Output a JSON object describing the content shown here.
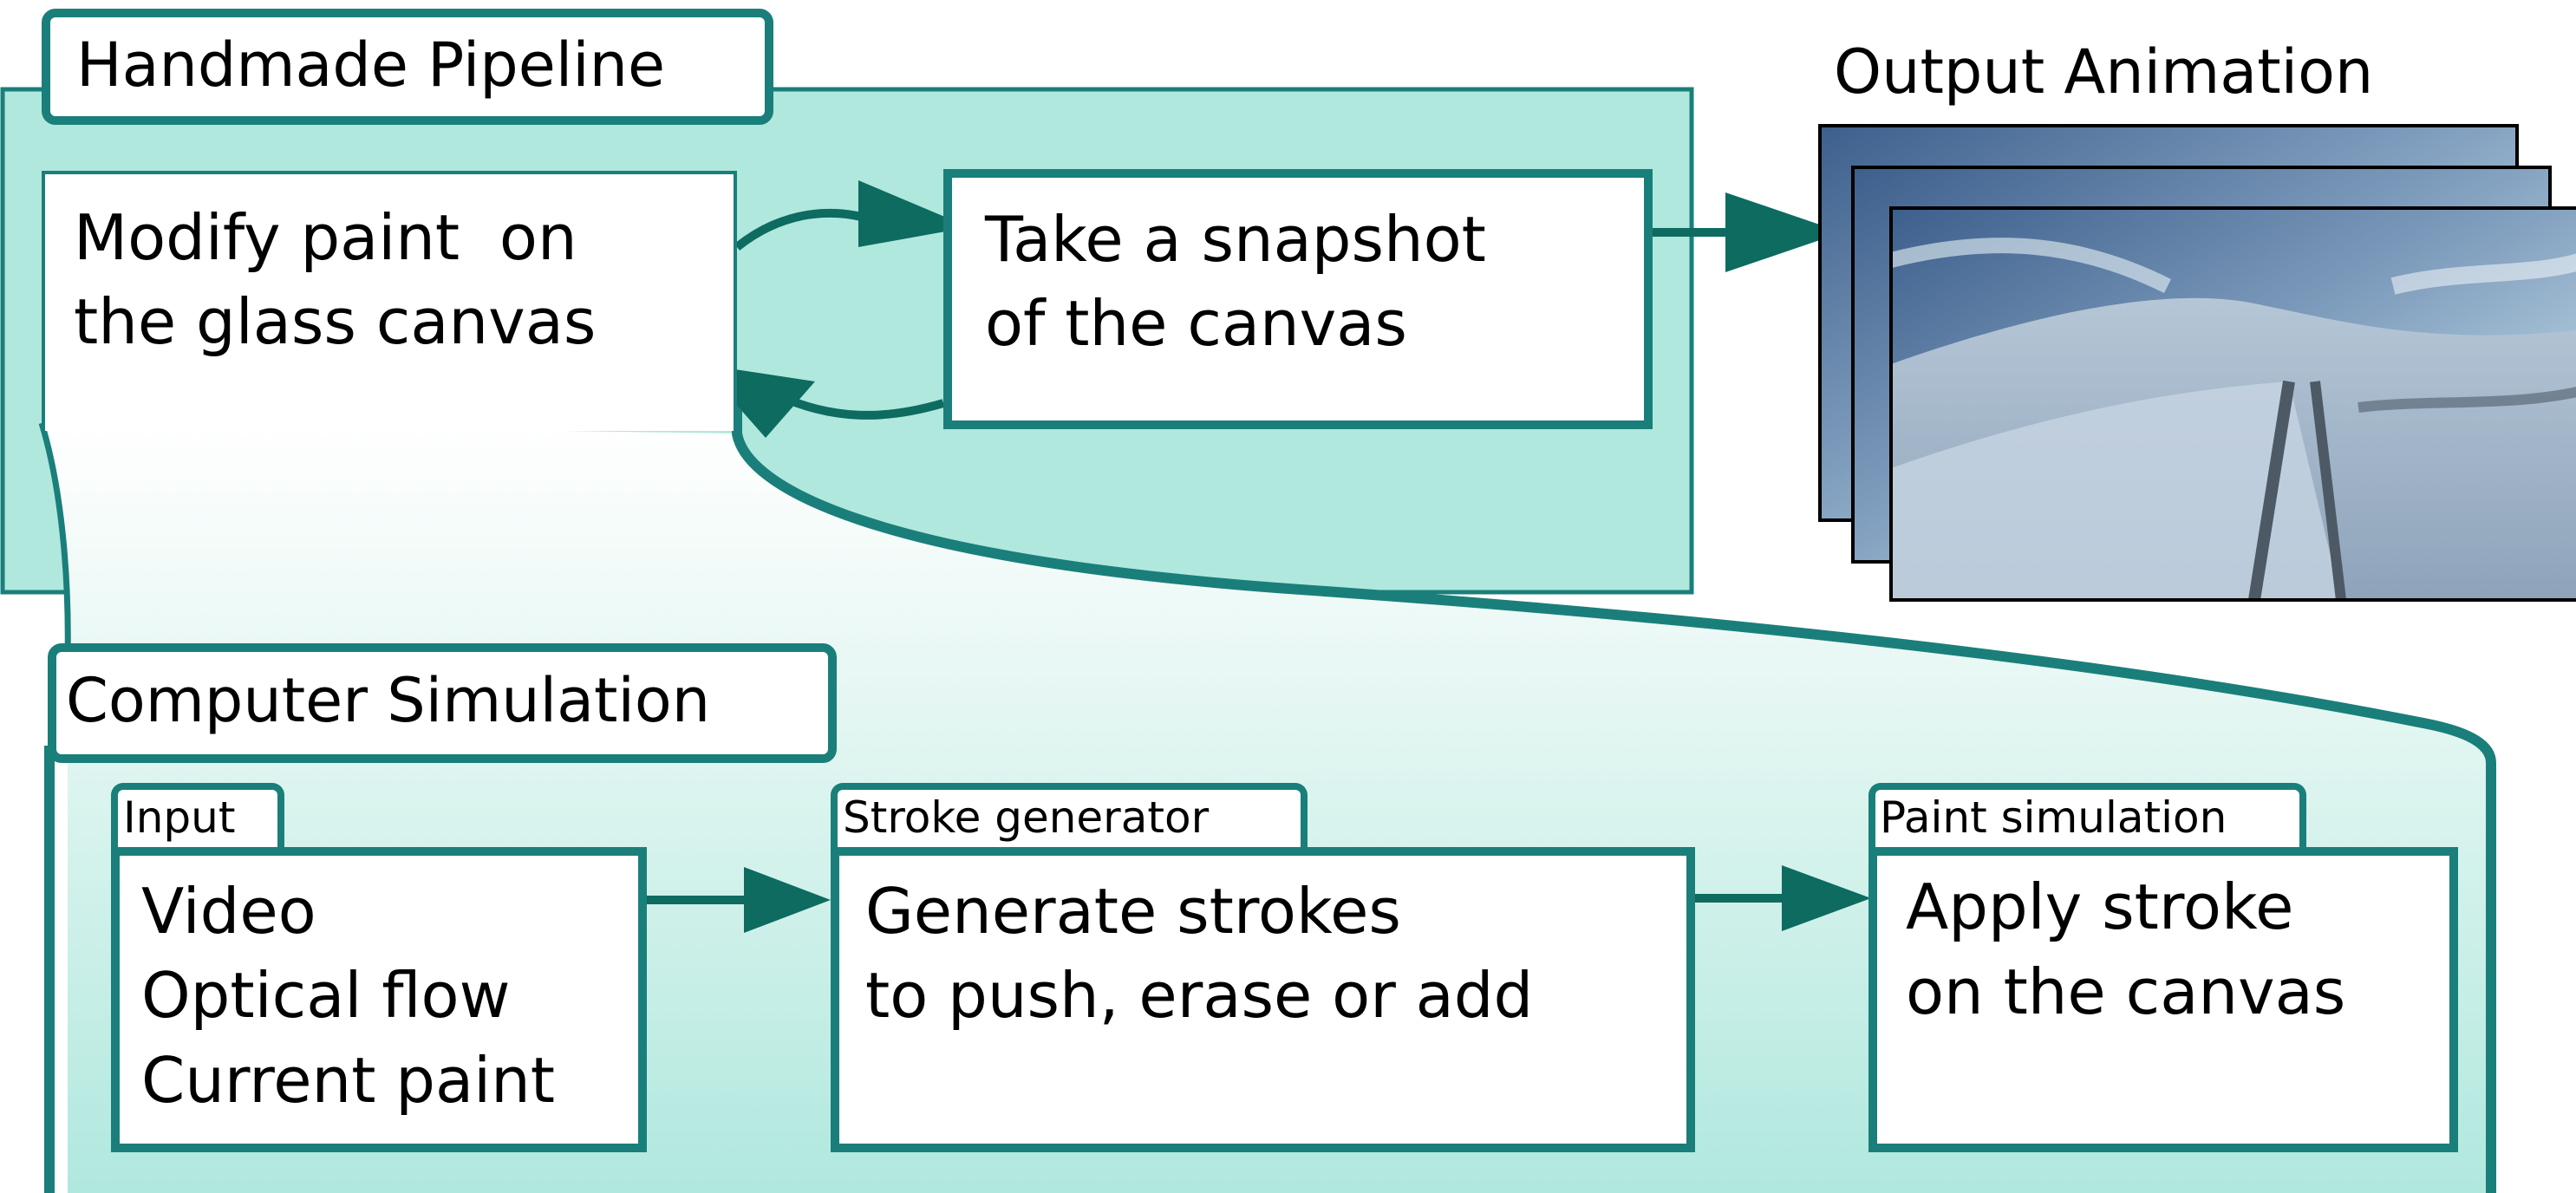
{
  "colors": {
    "teal": "#1a7f7a",
    "teal_fill": "#b0e8de",
    "arrow": "#0d6b60",
    "white": "#ffffff",
    "frame_border": "#000000"
  },
  "handmade_pipeline": {
    "title": "Handmade Pipeline",
    "modify_box": {
      "lines": [
        "Modify paint  on",
        "the glass canvas"
      ]
    },
    "snapshot_box": {
      "lines": [
        "Take a snapshot",
        "of the canvas"
      ]
    }
  },
  "output_animation": {
    "title": "Output Animation",
    "frame_count": 3
  },
  "computer_simulation": {
    "title": "Computer Simulation",
    "input": {
      "tab": "Input",
      "lines": [
        "Video",
        "Optical flow",
        "Current paint"
      ]
    },
    "stroke_generator": {
      "tab": "Stroke generator",
      "lines": [
        "Generate strokes",
        "to push, erase or add"
      ]
    },
    "paint_simulation": {
      "tab": "Paint simulation",
      "lines": [
        "Apply stroke",
        "on the canvas"
      ]
    }
  }
}
